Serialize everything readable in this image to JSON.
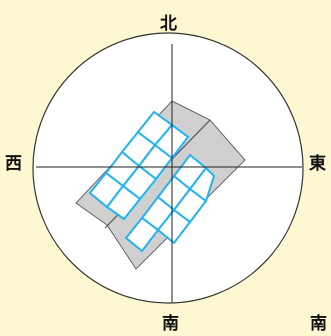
{
  "compass": {
    "north": "北",
    "south": "南",
    "east": "東",
    "west": "西",
    "extra_south": "南"
  },
  "colors": {
    "background": "#fdf8d2",
    "dial_fill": "#ffffff",
    "outline": "#333333",
    "roof_fill": "#d0d0d0",
    "panel_stroke": "#22b4ee",
    "panel_fill": "#ffffff"
  }
}
